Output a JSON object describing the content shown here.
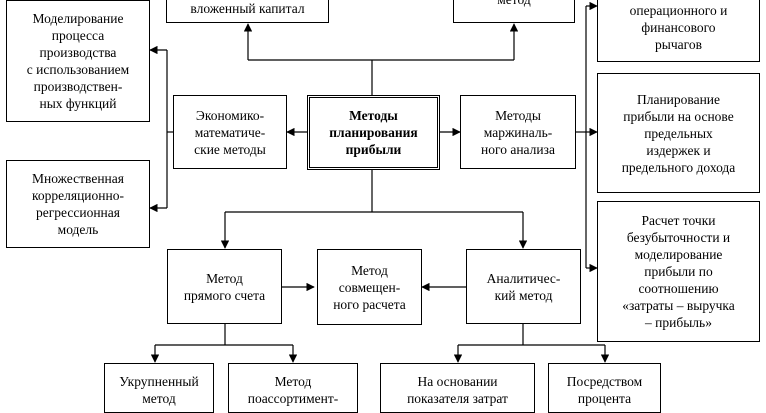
{
  "diagram": {
    "center": "Методы\nпланирования\nприбыли",
    "top_left": "вложенный капитал",
    "top_right": "метод",
    "left_1": "Моделирование\nпроцесса\nпроизводства\nс использованием\nпроизводствен-\nных функций",
    "left_2": "Множественная\nкорреляционно-\nрегрессионная\nмодель",
    "econ_math": "Экономико-\nматематиче-\nские методы",
    "marginal": "Методы\nмаржиналь-\nного анализа",
    "right_1": "операционного и\nфинансового\nрычагов",
    "right_2": "Планирование\nприбыли на основе\nпредельных\nиздержек и\nпредельного дохода",
    "right_3": "Расчет точки\nбезубыточности и\nмоделирование\nприбыли по\nсоотношению\n«затраты – выручка\n– прибыль»",
    "direct": "Метод\nпрямого счета",
    "combined": "Метод\nсовмещен-\nного расчета",
    "analytic": "Аналитичес-\nкий метод",
    "bottom_1": "Укрупненный\nметод",
    "bottom_2": "Метод\nпоассортимент-",
    "bottom_3": "На основании\nпоказателя затрат",
    "bottom_4": "Посредством\nпроцента"
  }
}
